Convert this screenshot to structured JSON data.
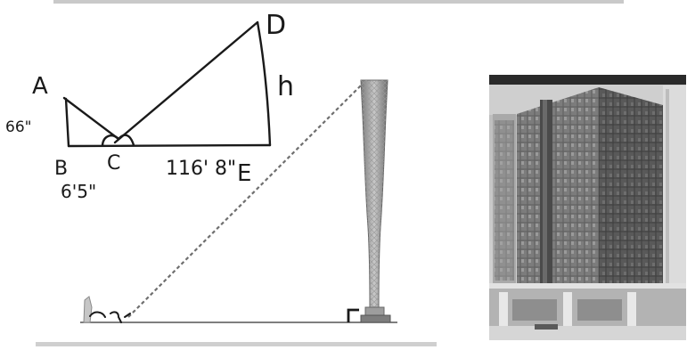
{
  "top_caption": "",
  "bottom_caption": "",
  "sketch": {
    "vertex_a": "A",
    "vertex_b": "B",
    "vertex_c": "C",
    "vertex_d": "D",
    "vertex_e": "E",
    "height_ab": "66\"",
    "distance_bc": "6'5\"",
    "distance_ce": "116' 8\"",
    "height_de": "h"
  },
  "scene": {
    "observer_label": "",
    "colors": {
      "ink": "#1a1a1a",
      "tower": "#8c8c8c",
      "dash": "#6f6f6f",
      "ground": "#555555"
    }
  },
  "photo": {
    "subject": "glass-office-building-photo"
  }
}
